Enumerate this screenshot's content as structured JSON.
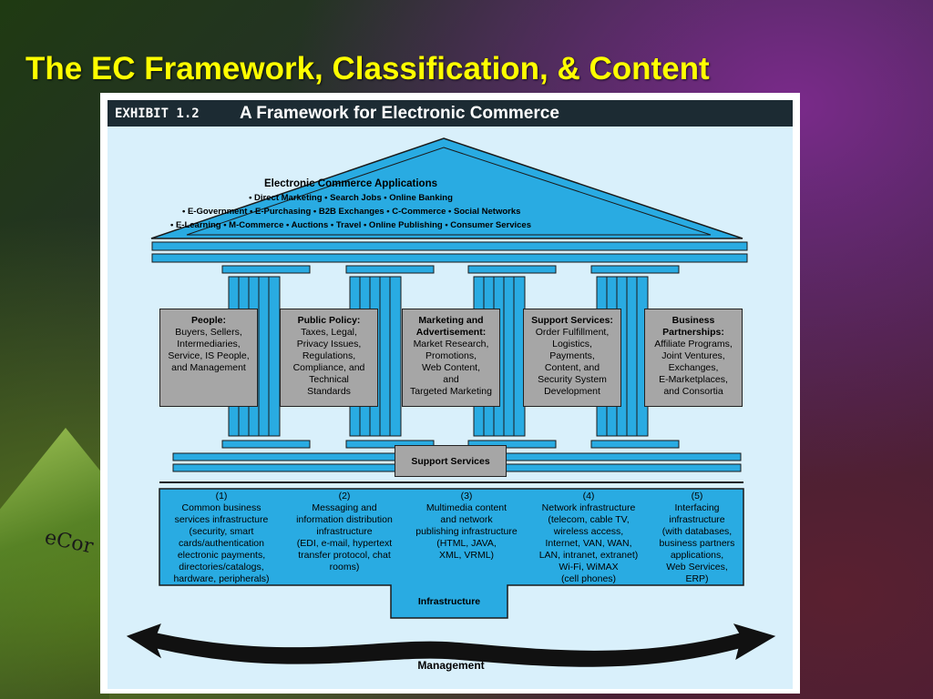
{
  "slide": {
    "title": "The EC Framework, Classification, & Content",
    "partial_text": "eCor"
  },
  "exhibit": {
    "number": "EXHIBIT 1.2",
    "title": "A Framework for Electronic Commerce"
  },
  "roof": {
    "title": "Electronic Commerce Applications",
    "lines": [
      "• Direct Marketing • Search Jobs • Online Banking",
      "• E-Government • E-Purchasing • B2B Exchanges • C-Commerce • Social Networks",
      "• E-Learning • M-Commerce • Auctions • Travel • Online Publishing • Consumer Services"
    ]
  },
  "pillars": [
    {
      "heading": "People:",
      "body": [
        "Buyers, Sellers,",
        "Intermediaries,",
        "Service, IS People,",
        "and Management"
      ]
    },
    {
      "heading": "Public Policy:",
      "body": [
        "Taxes, Legal,",
        "Privacy Issues,",
        "Regulations,",
        "Compliance, and",
        "Technical",
        "Standards"
      ]
    },
    {
      "heading": "Marketing and Advertisement:",
      "body": [
        "Market Research,",
        "Promotions,",
        "Web Content,",
        "and",
        "Targeted Marketing"
      ]
    },
    {
      "heading": "Support Services:",
      "body": [
        "Order Fulfillment,",
        "Logistics,",
        "Payments,",
        "Content, and",
        "Security System",
        "Development"
      ]
    },
    {
      "heading": "Business Partnerships:",
      "body": [
        "Affiliate Programs,",
        "Joint Ventures,",
        "Exchanges,",
        "E-Marketplaces,",
        "and Consortia"
      ]
    }
  ],
  "support_services": "Support Services",
  "infrastructure": {
    "label": "Infrastructure",
    "columns": [
      {
        "num": "(1)",
        "lines": [
          "Common business",
          "services infrastructure",
          "(security, smart",
          "cards/authentication",
          "electronic payments,",
          "directories/catalogs,",
          "hardware, peripherals)"
        ]
      },
      {
        "num": "(2)",
        "lines": [
          "Messaging and",
          "information distribution",
          "infrastructure",
          "(EDI, e-mail, hypertext",
          "transfer protocol, chat",
          "rooms)"
        ]
      },
      {
        "num": "(3)",
        "lines": [
          "Multimedia content",
          "and network",
          "publishing infrastructure",
          "(HTML, JAVA,",
          "XML, VRML)"
        ]
      },
      {
        "num": "(4)",
        "lines": [
          "Network infrastructure",
          "(telecom, cable TV,",
          "wireless access,",
          "Internet, VAN, WAN,",
          "LAN, intranet, extranet)",
          "Wi-Fi, WiMAX",
          "(cell phones)"
        ]
      },
      {
        "num": "(5)",
        "lines": [
          "Interfacing",
          "infrastructure",
          "(with databases,",
          "business partners",
          "applications,",
          "Web Services,",
          "ERP)"
        ]
      }
    ]
  },
  "management": "Management",
  "colors": {
    "title_yellow": "#ffff00",
    "blue": "#29abe2",
    "dark_blue": "#1679b0",
    "box_gray": "#a6a6a6",
    "panel_bg": "#d9f0fb",
    "header_bg": "#1c2b33"
  }
}
